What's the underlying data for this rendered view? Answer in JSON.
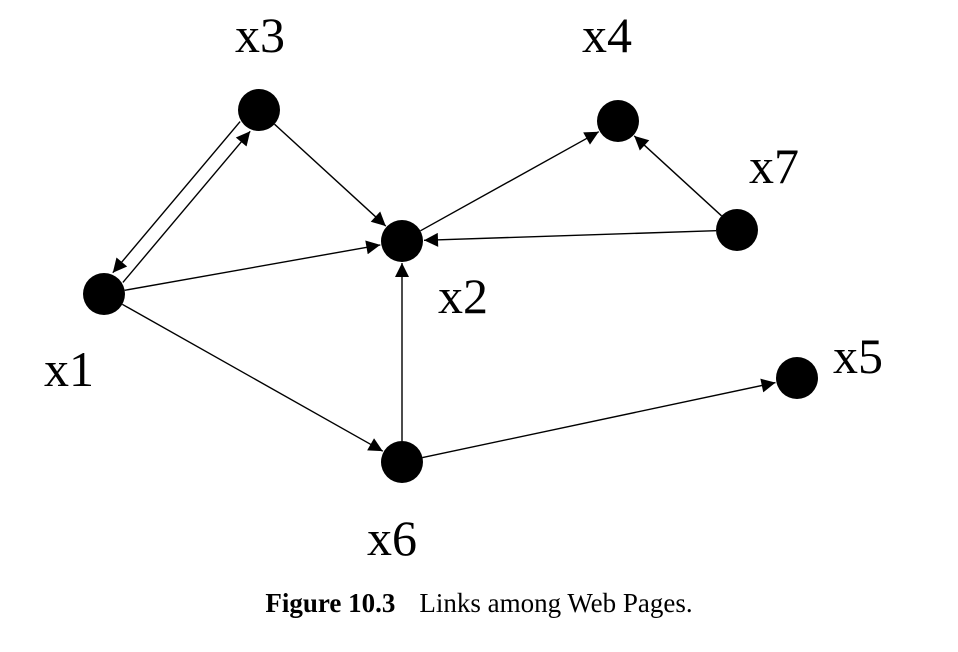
{
  "figure": {
    "number": "Figure 10.3",
    "caption": "Links among Web Pages."
  },
  "colors": {
    "node": "#000000",
    "edge": "#000000",
    "background": "#ffffff"
  },
  "nodes": [
    {
      "id": "x1",
      "label": "x1"
    },
    {
      "id": "x2",
      "label": "x2"
    },
    {
      "id": "x3",
      "label": "x3"
    },
    {
      "id": "x4",
      "label": "x4"
    },
    {
      "id": "x5",
      "label": "x5"
    },
    {
      "id": "x6",
      "label": "x6"
    },
    {
      "id": "x7",
      "label": "x7"
    }
  ],
  "edges": [
    {
      "from": "x1",
      "to": "x3"
    },
    {
      "from": "x3",
      "to": "x1"
    },
    {
      "from": "x3",
      "to": "x2"
    },
    {
      "from": "x1",
      "to": "x2"
    },
    {
      "from": "x1",
      "to": "x6"
    },
    {
      "from": "x6",
      "to": "x2"
    },
    {
      "from": "x6",
      "to": "x5"
    },
    {
      "from": "x2",
      "to": "x4"
    },
    {
      "from": "x7",
      "to": "x2"
    },
    {
      "from": "x7",
      "to": "x4"
    }
  ]
}
